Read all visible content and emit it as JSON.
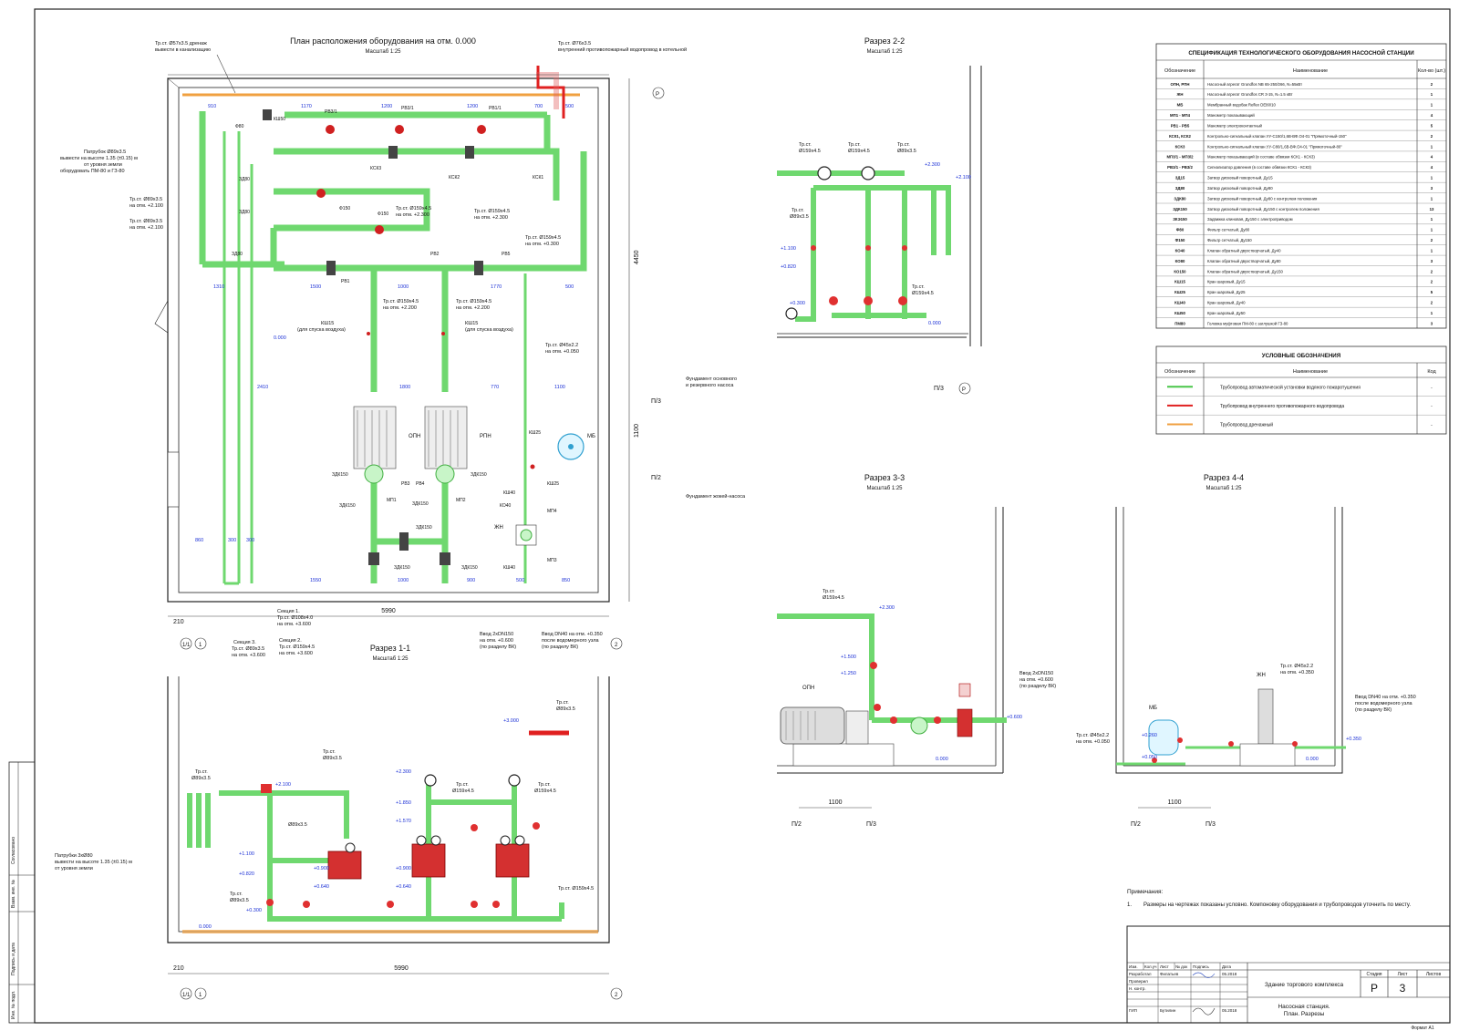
{
  "plan": {
    "title": "План расположения оборудования на отм. 0.000",
    "scale": "Масштаб 1:25",
    "labels": {
      "drain_title": "Тр.ст. Ø57x3.5 дренаж",
      "drain_sub": "вывести в канализацию",
      "fire_main": "Тр.ст. Ø76x3.5",
      "fire_main_sub": "внутренний противопожарный водопровод в котельной",
      "pipe_stub1": "Патрубок Ø89x3.5",
      "pipe_stub2": "вывести на высоте 1.35 (±0.15) м",
      "pipe_stub3": "от уровня земли",
      "pipe_stub4": "оборудовать ПМ-80 и ГЗ-80",
      "p89a": "Тр.ст. Ø89x3.5",
      "p89a_h": "на отм. +2.100",
      "p89b": "Тр.ст. Ø89x3.5",
      "p89b_h": "на отм. +2.100",
      "p159a": "Тр.ст. Ø159x4.5",
      "p159a_h": "на отм. +2.300",
      "p159b": "Тр.ст. Ø159x4.5",
      "p159b_h": "на отм. +2.300",
      "p159c": "Тр.ст. Ø159x4.5",
      "p159c_h": "на отм. +0.300",
      "p159d": "Тр.ст. Ø159x4.5",
      "p159d_h": "на отм. +2.200",
      "p159e": "Тр.ст. Ø159x4.5",
      "p159e_h": "на отм. +2.200",
      "ksh15": "КШ15",
      "ksh15_sub": "(для спуска воздуха)",
      "p45": "Тр.ст. Ø45x2.2",
      "p45_h": "на отм. +0.050",
      "found1": "Фундамент основного",
      "found2": "и резервного насоса",
      "found3": "Фундамент жокей-насоса",
      "zero": "0.000",
      "sec1": "Секция 1.",
      "sec1a": "Тр.ст. Ø108x4.0",
      "sec1b": "на отм. +3.600",
      "sec2": "Секция 2.",
      "sec2a": "Тр.ст. Ø159x4.5",
      "sec2b": "на отм. +3.600",
      "sec3": "Секция 3.",
      "sec3a": "Тр.ст. Ø89x3.5",
      "sec3b": "на отм. +3.600",
      "inlet1": "Ввод 2xDN150",
      "inlet1a": "на отм. +0.600",
      "inlet1b": "(по разделу ВК)",
      "inlet2": "Ввод DN40 на отм. +0.350",
      "inlet2a": "после водомерного узла",
      "inlet2b": "(по разделу ВК)",
      "opn": "ОПН",
      "rpn": "РПН",
      "mb": "МБ",
      "zhn": "ЖН",
      "d5990": "5990",
      "d4450": "4450",
      "d1100": "1100",
      "d210": "210"
    }
  },
  "section11": {
    "title": "Разрез 1-1",
    "scale": "Масштаб 1:25",
    "labels": {
      "stub1": "Патрубки 3xØ80",
      "stub2": "вывести на высоте 1.35 (±0.15) м",
      "stub3": "от уровня земли",
      "p89": "Тр.ст.",
      "p89a": "Ø89x3.5",
      "p159": "Тр.ст.",
      "p159a": "Ø159x4.5",
      "p159b": "Тр.ст. Ø159x4.5",
      "e3000": "+3.000",
      "e2300": "+2.300",
      "e2100": "+2.100",
      "e1850": "+1.850",
      "e1570": "+1.570",
      "e1100": "+1.100",
      "e0820": "+0.820",
      "e0900": "+0.900",
      "e0640": "+0.640",
      "e0300": "+0.300",
      "zero": "0.000",
      "d5990": "5990",
      "d210": "210"
    }
  },
  "section22": {
    "title": "Разрез 2-2",
    "scale": "Масштаб 1:25",
    "labels": {
      "p159a": "Тр.ст.",
      "p159a2": "Ø159x4.5",
      "p159b": "Тр.ст.",
      "p159b2": "Ø159x4.5",
      "p89": "Тр.ст.",
      "p892": "Ø89x3.5",
      "e2300": "+2.300",
      "e2100": "+2.100",
      "e1100": "+1.100",
      "e0820": "+0.820",
      "e0300": "+0.300",
      "zero": "0.000",
      "p159c": "Тр.ст.",
      "p159c2": "Ø159x4.5"
    }
  },
  "section33": {
    "title": "Разрез 3-3",
    "scale": "Масштаб 1:25",
    "labels": {
      "p159": "Тр.ст.",
      "p1592": "Ø159x4.5",
      "e2300": "+2.300",
      "e1500": "+1.500",
      "e1250": "+1.250",
      "e0600": "+0.600",
      "zero": "0.000",
      "opn": "ОПН",
      "inlet": "Ввод 2xDN150",
      "inlet2": "на отм. +0.600",
      "inlet3": "(по разделу ВК)",
      "d1100": "1100",
      "ax1": "П/2",
      "ax2": "П/3"
    }
  },
  "section44": {
    "title": "Разрез 4-4",
    "scale": "Масштаб 1:25",
    "labels": {
      "p45a": "Тр.ст. Ø45x2.2",
      "p45a2": "на отм. +0.050",
      "p45b": "Тр.ст. Ø45x2.2",
      "p45b2": "на отм. +0.350",
      "inlet": "Ввод DN40 на отм. +0.350",
      "inlet2": "после водомерного узла",
      "inlet3": "(по разделу ВК)",
      "e0350": "+0.350",
      "e0260": "+0.260",
      "e0050": "+0.050",
      "zero": "0.000",
      "zhn": "ЖН",
      "mb": "МБ",
      "d1100": "1100",
      "ax1": "П/2",
      "ax2": "П/3"
    }
  },
  "spec": {
    "title": "СПЕЦИФИКАЦИЯ ТЕХНОЛОГИЧЕСКОГО ОБОРУДОВАНИЯ НАСОСНОЙ СТАНЦИИ",
    "headers": [
      "Обозначение",
      "Наименование",
      "Кол-во (шт.)"
    ],
    "rows": [
      [
        "ОПН, РПН",
        "Насосный агрегат Grundfos NB 65-250/266, N=55кВт",
        "2"
      ],
      [
        "ЖН",
        "Насосный агрегат Grundfos CR 3-15, N=1.5 кВт",
        "1"
      ],
      [
        "МБ",
        "Мембранный водобак Reflex DE80/10",
        "1"
      ],
      [
        "МП1 - МП4",
        "Манометр показывающий",
        "4"
      ],
      [
        "РВ1 - РВ5",
        "Манометр электроконтактный",
        "5"
      ],
      [
        "КСК1, КСК2",
        "Контрольно-сигнальный клапан УУ-С150/1,6В-ВФ.О4-01 \"Прямоточный-150\"",
        "2"
      ],
      [
        "КСК3",
        "Контрольно-сигнальный клапан УУ-С80/1,6В-ВФ.О4-01 \"Прямоточный-80\"",
        "1"
      ],
      [
        "МП3/1 - МП3/2",
        "Манометр показывающий (в составе обвязки КСК1 - КСК3)",
        "4"
      ],
      [
        "РВ3/1 - РВ3/2",
        "Сигнализатор давления (в составе обвязки КСК1 - КСК3)",
        "4"
      ],
      [
        "ЗД15",
        "Затвор дисковый поворотный, Ду15",
        "1"
      ],
      [
        "ЗД80",
        "Затвор дисковый поворотный, Ду80",
        "3"
      ],
      [
        "ЗДК80",
        "Затвор дисковый поворотный, Ду80 с контролем положения",
        "1"
      ],
      [
        "ЗДК150",
        "Затвор дисковый поворотный, Ду150 с контролем положения",
        "13"
      ],
      [
        "ЗКЭ150",
        "Задвижка клиновая, Ду150 с электроприводом",
        "1"
      ],
      [
        "Ф80",
        "Фильтр сетчатый, Ду80",
        "1"
      ],
      [
        "Ф150",
        "Фильтр сетчатый, Ду150",
        "2"
      ],
      [
        "КО40",
        "Клапан обратный двухстворчатый, Ду40",
        "1"
      ],
      [
        "КО80",
        "Клапан обратный двухстворчатый, Ду80",
        "3"
      ],
      [
        "КО150",
        "Клапан обратный двухстворчатый, Ду150",
        "2"
      ],
      [
        "КШ15",
        "Кран шаровый, Ду15",
        "2"
      ],
      [
        "КШ25",
        "Кран шаровый, Ду25",
        "5"
      ],
      [
        "КШ40",
        "Кран шаровый, Ду40",
        "2"
      ],
      [
        "КШ50",
        "Кран шаровый, Ду50",
        "1"
      ],
      [
        "ПМ80",
        "Головка муфтовая ПМ-80 с заглушкой ГЗ-80",
        "3"
      ]
    ]
  },
  "legend": {
    "title": "УСЛОВНЫЕ ОБОЗНАЧЕНИЯ",
    "headers": [
      "Обозначение",
      "Наименование",
      "Код"
    ],
    "rows": [
      {
        "color": "#49c649",
        "name": "Трубопровод автоматической установки водяного пожаротушения",
        "code": "-"
      },
      {
        "color": "#e02020",
        "name": "Трубопровод внутреннего противопожарного водопровода",
        "code": "-"
      },
      {
        "color": "#f0a040",
        "name": "Трубопровод дренажный",
        "code": "-"
      }
    ]
  },
  "notes": {
    "title": "Примечания:",
    "n1_num": "1.",
    "n1": "Размеры на чертежах показаны условно. Компоновку оборудования и трубопроводов уточнить по месту."
  },
  "titleblock": {
    "project": "Здание торгового комплекса",
    "sheet_title1": "Насосная станция.",
    "sheet_title2": "План. Разрезы",
    "stage_h": "Стадия",
    "sheet_h": "Лист",
    "sheets_h": "Листов",
    "stage": "Р",
    "sheet": "3",
    "format": "Формат А1",
    "cols": [
      "Изм.",
      "Кол.уч",
      "Лист",
      "№ док",
      "Подпись",
      "Дата"
    ],
    "roles": [
      "Разработал",
      "Проверил",
      "Н. контр.",
      "ГИП"
    ],
    "names": [
      "Филатьев",
      "",
      "",
      "Бутилин"
    ],
    "dates": [
      "05.2018",
      "",
      "",
      "05.2018"
    ]
  },
  "side_stamp": {
    "a": "Согласовано",
    "b": "Взам. инв. №",
    "c": "Подпись и дата",
    "d": "Инв. № подл."
  },
  "spec_rows_count": 24
}
